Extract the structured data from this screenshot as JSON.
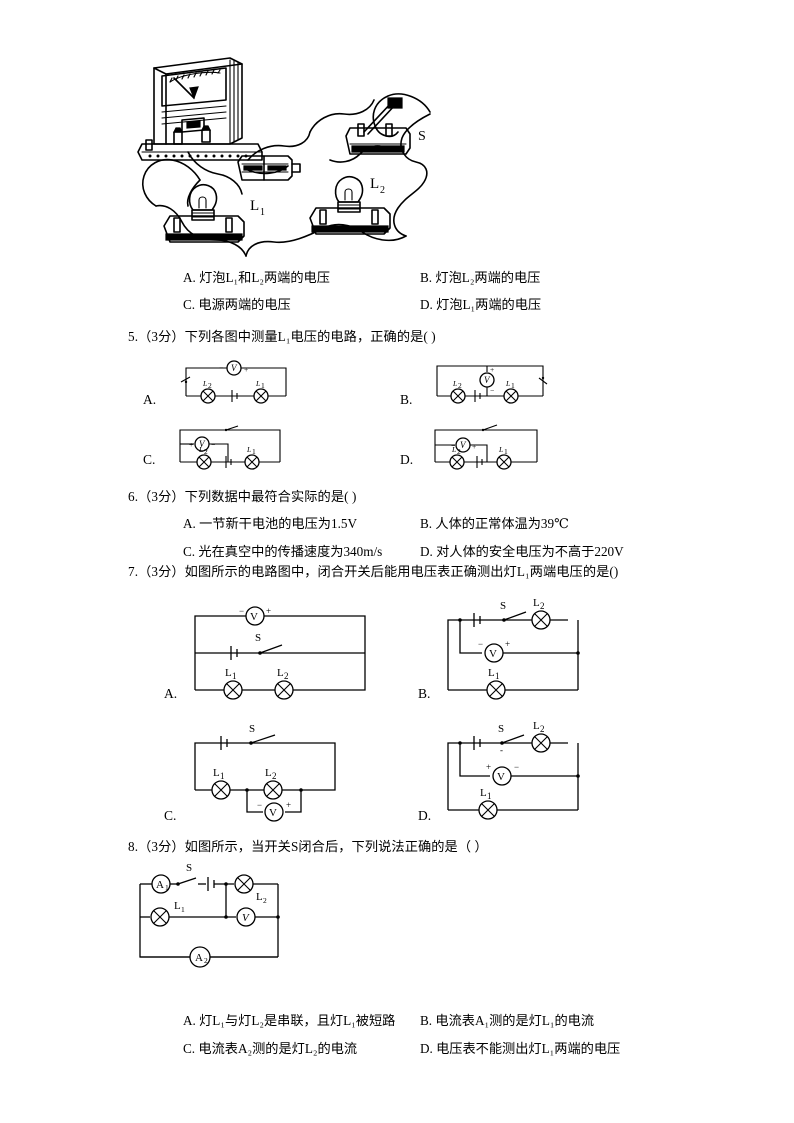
{
  "document": {
    "kind": "physics-exam-page",
    "language": "zh-CN"
  },
  "figure_top": {
    "caption_labels": {
      "lamp1": "L1",
      "lamp2": "L2",
      "switch": "S"
    },
    "components": [
      "voltmeter",
      "battery-pack",
      "switch",
      "bulb-L1",
      "bulb-L2",
      "wires"
    ]
  },
  "question4_options": {
    "a": "A. 灯泡L₁和L₂两端的电压",
    "b": "B. 灯泡L₂两端的电压",
    "c": "C. 电源两端的电压",
    "d": "D. 灯泡L₁两端的电压"
  },
  "question5": {
    "number": "5.",
    "score": "（3分）",
    "stem": "下列各图中测量L₁电压的电路，正确的是( )",
    "options": [
      "A.",
      "B.",
      "C.",
      "D."
    ],
    "circuits": {
      "a": {
        "meter": "V",
        "meter_polarity_left": "−",
        "meter_polarity_right": "+",
        "lamp_left": "L2",
        "lamp_right": "L1",
        "has_switch": true
      },
      "b": {
        "meter": "V",
        "meter_polarity_top": "+",
        "meter_polarity_bottom": "−",
        "lamp_left": "L2",
        "lamp_right": "L1",
        "has_switch": true
      },
      "c": {
        "meter": "V",
        "meter_polarity_left": "+",
        "meter_polarity_right": "−",
        "lamp_left": "L2",
        "lamp_right": "L1",
        "has_switch": true
      },
      "d": {
        "meter": "V",
        "meter_polarity_left": "−",
        "meter_polarity_right": "+",
        "lamp_left": "L2",
        "lamp_right": "L1",
        "has_switch": true
      }
    }
  },
  "question6": {
    "number": "6.",
    "score": "（3分）",
    "stem": "下列数据中最符合实际的是( )",
    "options": {
      "a": "A. 一节新干电池的电压为1.5V",
      "b": "B. 人体的正常体温为39℃",
      "c": "C. 光在真空中的传播速度为340m/s",
      "d": "D. 对人体的安全电压为不高于220V"
    }
  },
  "question7": {
    "number": "7.",
    "score": "（3分）",
    "stem": "如图所示的电路图中，闭合开关后能用电压表正确测出灯L₁两端电压的是()",
    "options": [
      "A.",
      "B.",
      "C.",
      "D."
    ],
    "circuits": {
      "a": {
        "meter": "V",
        "pol_left": "−",
        "pol_right": "+",
        "switch": "S",
        "lamp1": "L1",
        "lamp2": "L2"
      },
      "b": {
        "meter": "V",
        "pol_left": "−",
        "pol_right": "+",
        "switch": "S",
        "lamp1": "L1",
        "lamp2": "L2"
      },
      "c": {
        "meter": "V",
        "pol_left": "−",
        "pol_right": "+",
        "switch": "S",
        "lamp1": "L1",
        "lamp2": "L2"
      },
      "d": {
        "meter": "V",
        "pol_left": "+",
        "pol_right": "−",
        "switch": "S",
        "lamp1": "L1",
        "lamp2": "L2"
      }
    }
  },
  "question8": {
    "number": "8.",
    "score": "（3分）",
    "stem": "如图所示，当开关S闭合后，下列说法正确的是（ ）",
    "circuit": {
      "ammeter1": "A1",
      "ammeter2": "A2",
      "voltmeter": "V",
      "switch": "S",
      "lamp1": "L1",
      "lamp2": "L2"
    },
    "options": {
      "a": "A. 灯L₁与灯L₂是串联，且灯L₁被短路",
      "b": "B. 电流表A₁测的是灯L₁的电流",
      "c": "C. 电流表A₂测的是灯L₂的电流",
      "d": "D. 电压表不能测出灯L₁两端的电压"
    }
  }
}
